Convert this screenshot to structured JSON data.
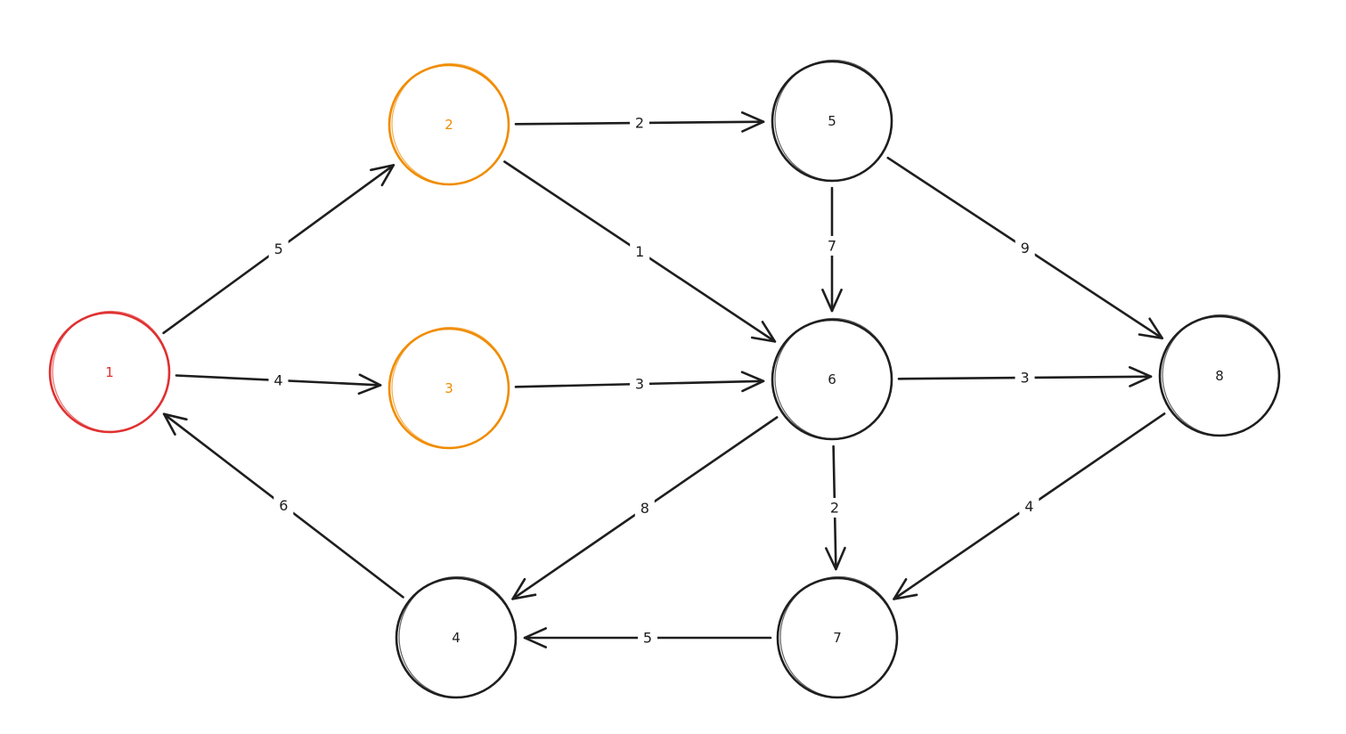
{
  "colors": {
    "stroke": "#1e1e1e",
    "start": "#e03131",
    "highlight": "#f08c00",
    "background": "#ffffff"
  },
  "nodes": [
    {
      "id": "1",
      "label": "1",
      "status": "start"
    },
    {
      "id": "2",
      "label": "2",
      "status": "highlight"
    },
    {
      "id": "3",
      "label": "3",
      "status": "highlight"
    },
    {
      "id": "4",
      "label": "4",
      "status": "default"
    },
    {
      "id": "5",
      "label": "5",
      "status": "default"
    },
    {
      "id": "6",
      "label": "6",
      "status": "default"
    },
    {
      "id": "7",
      "label": "7",
      "status": "default"
    },
    {
      "id": "8",
      "label": "8",
      "status": "default"
    }
  ],
  "edges": [
    {
      "from": "1",
      "to": "2",
      "weight": "5"
    },
    {
      "from": "1",
      "to": "3",
      "weight": "4"
    },
    {
      "from": "2",
      "to": "5",
      "weight": "2"
    },
    {
      "from": "2",
      "to": "6",
      "weight": "1"
    },
    {
      "from": "3",
      "to": "6",
      "weight": "3"
    },
    {
      "from": "5",
      "to": "6",
      "weight": "7"
    },
    {
      "from": "5",
      "to": "8",
      "weight": "9"
    },
    {
      "from": "6",
      "to": "8",
      "weight": "3"
    },
    {
      "from": "6",
      "to": "4",
      "weight": "8"
    },
    {
      "from": "6",
      "to": "7",
      "weight": "2"
    },
    {
      "from": "8",
      "to": "7",
      "weight": "4"
    },
    {
      "from": "7",
      "to": "4",
      "weight": "5"
    },
    {
      "from": "4",
      "to": "1",
      "weight": "6"
    }
  ]
}
